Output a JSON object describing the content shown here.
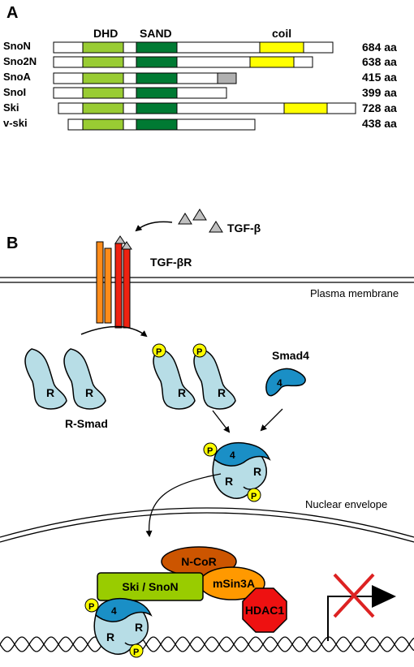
{
  "panel_a": {
    "label": "A",
    "domain_labels": {
      "dhd": "DHD",
      "sand": "SAND",
      "coil": "coil"
    },
    "proteins": [
      {
        "name": "SnoN",
        "length": "684 aa"
      },
      {
        "name": "Sno2N",
        "length": "638 aa"
      },
      {
        "name": "SnoA",
        "length": "415 aa"
      },
      {
        "name": "SnoI",
        "length": "399 aa"
      },
      {
        "name": "Ski",
        "length": "728 aa"
      },
      {
        "name": "v-ski",
        "length": "438 aa"
      }
    ]
  },
  "panel_b": {
    "label": "B",
    "ligand": "TGF-β",
    "receptor": "TGF-βR",
    "plasma_membrane": "Plasma membrane",
    "nuclear_envelope": "Nuclear envelope",
    "r_smad_label": "R-Smad",
    "smad4_label": "Smad4",
    "r_letter": "R",
    "four_letter": "4",
    "p_letter": "P",
    "ski_snon": "Ski / SnoN",
    "ncor": "N-CoR",
    "msin3a": "mSin3A",
    "hdac1": "HDAC1"
  },
  "colors": {
    "dhd": "#99cc33",
    "sand": "#007a33",
    "coil": "#ffff00",
    "snoa_tail": "#b0b0b0",
    "r_smad": "#b7dde6",
    "smad4": "#1a8fc6",
    "phospho": "#ffff00",
    "receptor_orange": "#ff8c1a",
    "receptor_red": "#ee2211",
    "ski": "#99cc00",
    "ncor": "#cc5500",
    "msin3a": "#ff9900",
    "hdac1": "#ee1111",
    "block_x": "#dd2222"
  }
}
